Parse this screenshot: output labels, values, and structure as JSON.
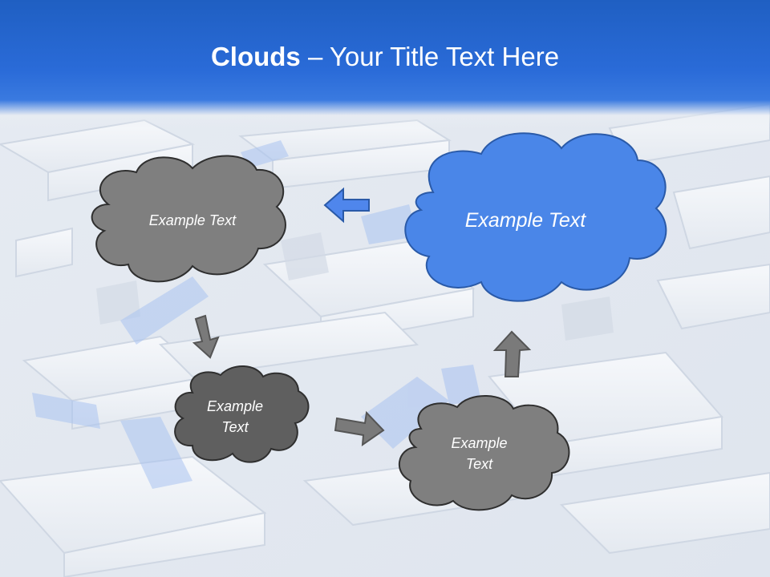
{
  "title": {
    "bold": "Clouds",
    "dash": "–",
    "rest": "Your Title Text Here"
  },
  "colors": {
    "header_blue": "#2a6bd8",
    "cloud_blue": "#4a86e8",
    "cloud_gray": "#7f7f7f",
    "cloud_dark_gray": "#5f5f5f",
    "arrow_blue": "#4f86ec",
    "arrow_gray": "#7a7a7a",
    "outline": "#2f2f2f"
  },
  "clouds": [
    {
      "id": "cloud-top-left",
      "color": "gray",
      "lines": [
        "Example Text"
      ]
    },
    {
      "id": "cloud-top-right",
      "color": "blue",
      "lines": [
        "Example Text"
      ]
    },
    {
      "id": "cloud-middle",
      "color": "dark-gray",
      "lines": [
        "Example",
        "Text"
      ]
    },
    {
      "id": "cloud-bottom-right",
      "color": "gray",
      "lines": [
        "Example",
        "Text"
      ]
    }
  ],
  "arrows": [
    {
      "id": "arrow-left",
      "direction": "left",
      "color": "blue",
      "icon": "arrow-left-icon"
    },
    {
      "id": "arrow-down",
      "direction": "down",
      "color": "gray",
      "icon": "arrow-down-icon"
    },
    {
      "id": "arrow-right",
      "direction": "right",
      "color": "gray",
      "icon": "arrow-right-icon"
    },
    {
      "id": "arrow-up",
      "direction": "up",
      "color": "gray",
      "icon": "arrow-up-icon"
    }
  ]
}
